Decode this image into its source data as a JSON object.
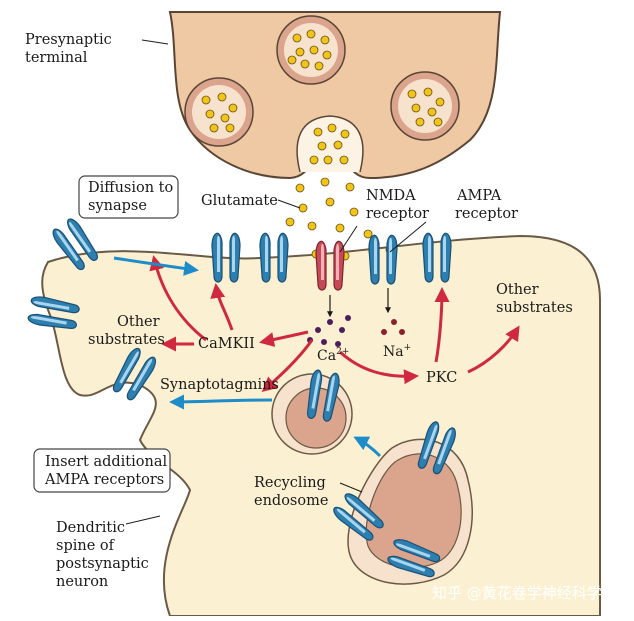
{
  "labels": {
    "presynaptic_1": "Presynaptic",
    "presynaptic_2": "terminal",
    "diffusion_1": "Diffusion to",
    "diffusion_2": "synapse",
    "glutamate": "Glutamate",
    "nmda_1": "NMDA",
    "nmda_2": "receptor",
    "ampa_1": "AMPA",
    "ampa_2": "receptor",
    "other_left_1": "Other",
    "other_left_2": "substrates",
    "camkii": "CaMKII",
    "ca": "Ca",
    "ca_sup": "2+",
    "na": "Na",
    "na_sup": "+",
    "other_right_1": "Other",
    "other_right_2": "substrates",
    "pkc": "PKC",
    "synaptotagmins": "Synaptotagmins",
    "insert_1": "Insert additional",
    "insert_2": "AMPA receptors",
    "recycling_1": "Recycling",
    "recycling_2": "endosome",
    "dendritic_1": "Dendritic",
    "dendritic_2": "spine of",
    "dendritic_3": "postsynaptic",
    "dendritic_4": "neuron",
    "watermark": "知乎 @黄花卷学神经科学"
  },
  "colors": {
    "presynaptic_fill": "#eec9a4",
    "presynaptic_stroke": "#5a4535",
    "spine_fill": "#fbf1d2",
    "vesicle_fill": "#ecc9a8",
    "vesicle_inner": "#f6e2cd",
    "glutamate_dot": "#f0c419",
    "ampa_receptor": "#2d7fb0",
    "ampa_light": "#a9d5ee",
    "nmda_receptor": "#c54a56",
    "nmda_light": "#f0b1b8",
    "red_arrow": "#d0283d",
    "blue_arrow": "#1e8cc8",
    "ca_dot": "#4b1f5c",
    "na_dot": "#8b1f2a",
    "endosome_fill": "#dba48d"
  },
  "icons": [
    "ampa-receptor-icon",
    "nmda-receptor-icon",
    "synaptic-vesicle-icon",
    "glutamate-molecule-icon"
  ]
}
